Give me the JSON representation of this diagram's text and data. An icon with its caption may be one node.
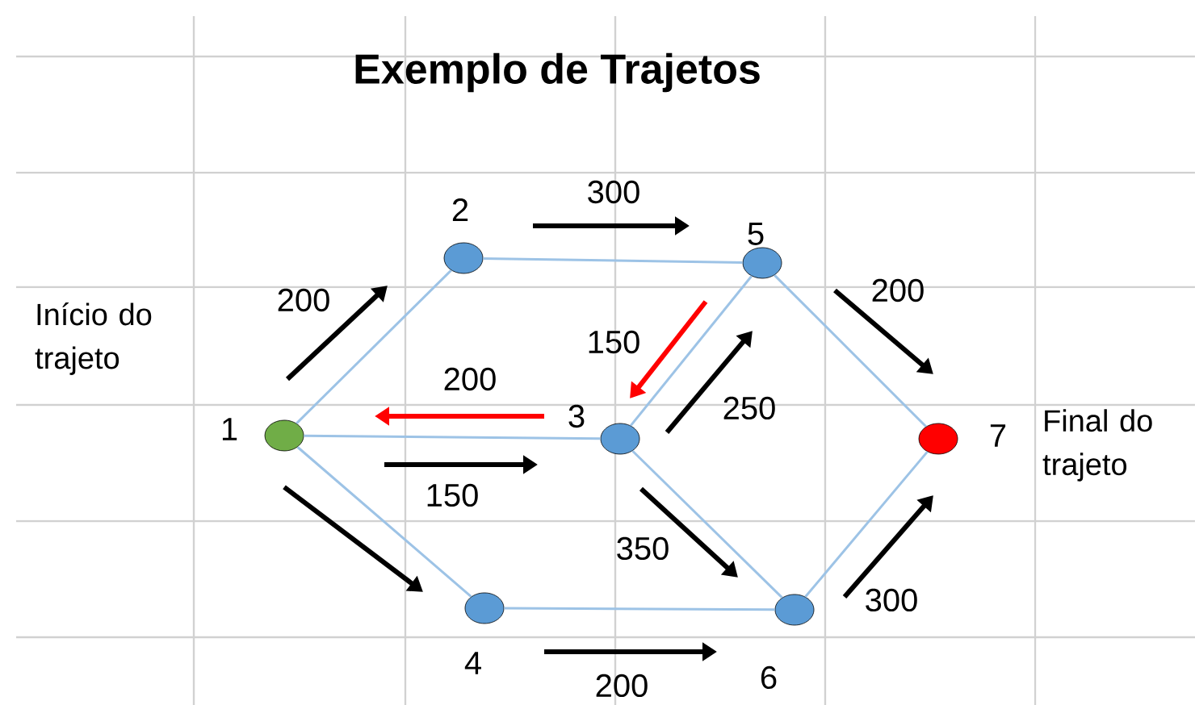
{
  "diagram": {
    "title": "Exemplo de Trajetos",
    "nodes": [
      {
        "text": [],
        "shape": "circle",
        "beside": [
          "1"
        ]
      },
      {
        "text": [],
        "shape": "circle",
        "beside": [
          "2"
        ]
      },
      {
        "text": [],
        "shape": "circle",
        "beside": [
          "3"
        ]
      },
      {
        "text": [],
        "shape": "circle",
        "beside": [
          "4"
        ]
      },
      {
        "text": [],
        "shape": "circle",
        "beside": [
          "5"
        ]
      },
      {
        "text": [],
        "shape": "circle",
        "beside": [
          "6"
        ]
      },
      {
        "text": [],
        "shape": "circle",
        "beside": [
          "7"
        ]
      }
    ],
    "edges": [
      {
        "from": 0,
        "to": 1,
        "arrow": "none"
      },
      {
        "from": 0,
        "to": 2,
        "arrow": "none"
      },
      {
        "from": 0,
        "to": 3,
        "arrow": "none"
      },
      {
        "from": 1,
        "to": 4,
        "arrow": "none"
      },
      {
        "from": 2,
        "to": 4,
        "arrow": "none"
      },
      {
        "from": 2,
        "to": 5,
        "arrow": "none"
      },
      {
        "from": 3,
        "to": 5,
        "arrow": "none"
      },
      {
        "from": 4,
        "to": 6,
        "arrow": "none"
      },
      {
        "from": 5,
        "to": 6,
        "arrow": "none"
      }
    ],
    "labels": [
      "300",
      "200",
      "200",
      "Início do trajeto",
      "150",
      "200",
      "250",
      "Final do trajeto",
      "150",
      "350",
      "300",
      "200"
    ]
  }
}
